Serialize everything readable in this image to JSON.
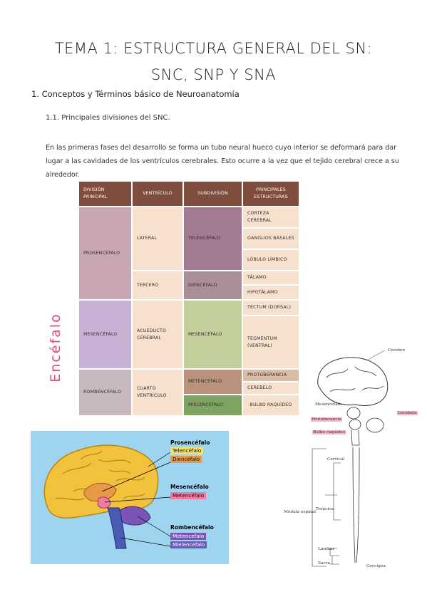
{
  "title_line1": "TEMA 1: ESTRUCTURA GENERAL DEL SN:",
  "title_line2": "SNC, SNP Y SNA",
  "section1": "1. Conceptos y Términos básico de Neuroanatomía",
  "section11": "1.1. Principales divisiones del SNC.",
  "paragraph": "En las primeras fases del desarrollo se forma un tubo neural hueco cuyo interior se deformará para dar lugar a las cavidades de los ventrículos cerebrales. Esto ocurre a la vez que el tejido cerebral crece a su alrededor.",
  "table": {
    "headers": [
      "División Principal",
      "Ventrículo",
      "Subdivisión",
      "Principales Estructuras"
    ],
    "divisions": [
      "Prosencéfalo",
      "Mesencéfalo",
      "Rombencéfalo"
    ],
    "ventricles": [
      "Lateral",
      "Tercero",
      "Acueducto Cerebral",
      "Cuarto Ventrículo"
    ],
    "subdivisions": [
      "Telencéfalo",
      "Diencéfalo",
      "Mesencéfalo",
      "Metencéfalo",
      "Mielencéfalo"
    ],
    "structures": [
      "Corteza Cerebral",
      "Ganglios Basales",
      "Lóbulo Límbico",
      "Tálamo",
      "Hipotálamo",
      "Tectum (dorsal)",
      "Tegmentum (ventral)",
      "Protuberancia",
      "Cerebelo",
      "Bulbo raquídeo"
    ],
    "colors": {
      "header": "#7e4d3d",
      "prosencefalo": "#c9a6b3",
      "mesencefalo": "#c7b2d6",
      "rombencefalo": "#c8b8c0",
      "ventricle": "#f6e1cf",
      "telencefalo": "#a27b92",
      "diencefalo": "#a88f99",
      "mesencefalo_sub": "#c3cf9a",
      "metencefalo": "#b8927a",
      "mielencefalo": "#7fa462",
      "structures": "#f6e1cf",
      "protuberancia": "#d8bca6"
    }
  },
  "encefalo_label": "Encéfalo",
  "brain_figure": {
    "prosencefalo": "Prosencéfalo",
    "telencefalo": "Telencéfalo",
    "diencefalo": "Diencéfalo",
    "mesencefalo": "Mesencéfalo",
    "metencefalo": "Metencéfalo",
    "rombencefalo": "Rombencéfalo",
    "metencefalo2": "Metencefalo",
    "mielencefalo": "Mielencefalo",
    "colors": {
      "background": "#9fd4f0",
      "telencefalo": "#f5e06a",
      "diencefalo": "#e69a45",
      "metencefalo": "#f07aa0",
      "metencefalo2": "#7a55b5",
      "mielencefalo": "#6b5ab5"
    }
  },
  "cns_drawing": {
    "cerebro": "Cerebro",
    "mesencefalo": "Mesencéfalo",
    "protuberancia": "Protuberancia",
    "cerebelo": "Cerebelo",
    "bulbo": "Bulbo raquídeo",
    "cervical": "Cervical",
    "toracica": "Torácica",
    "medula": "Médula espinal",
    "lumbar": "Lumbar",
    "sacra": "Sacra",
    "coccigea": "Coccígea"
  }
}
